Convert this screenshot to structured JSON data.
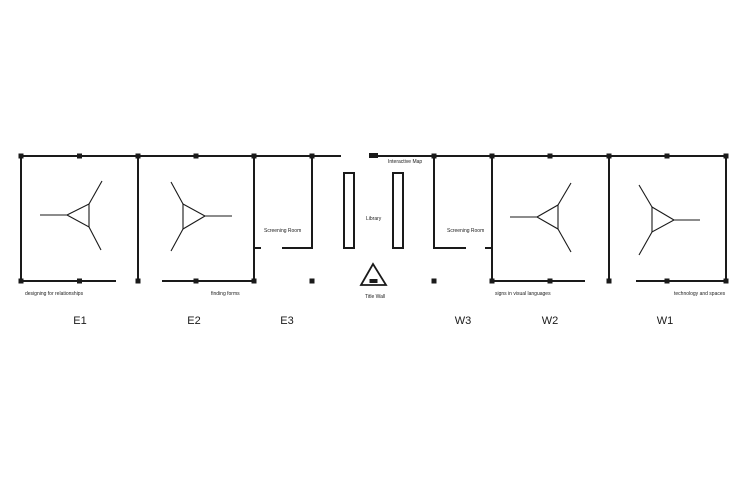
{
  "galleries": {
    "e1": {
      "code": "E1",
      "caption": "designing for relationships"
    },
    "e2": {
      "code": "E2",
      "caption": "finding forms"
    },
    "e3": {
      "code": "E3",
      "caption": "Screening Room"
    },
    "w3": {
      "code": "W3",
      "caption": "Screening Room"
    },
    "w2": {
      "code": "W2",
      "caption": "signs in visual languages"
    },
    "w1": {
      "code": "W1",
      "caption": "technology and spaces"
    }
  },
  "center": {
    "library": "Library",
    "interactive_map": "Interactive Map",
    "title_wall": "Title Wall"
  },
  "colors": {
    "ink": "#1a1a1a",
    "background": "#ffffff"
  },
  "icons": {
    "display_unit": "triangle-tripod-icon",
    "title_wall": "warning-triangle-icon"
  }
}
